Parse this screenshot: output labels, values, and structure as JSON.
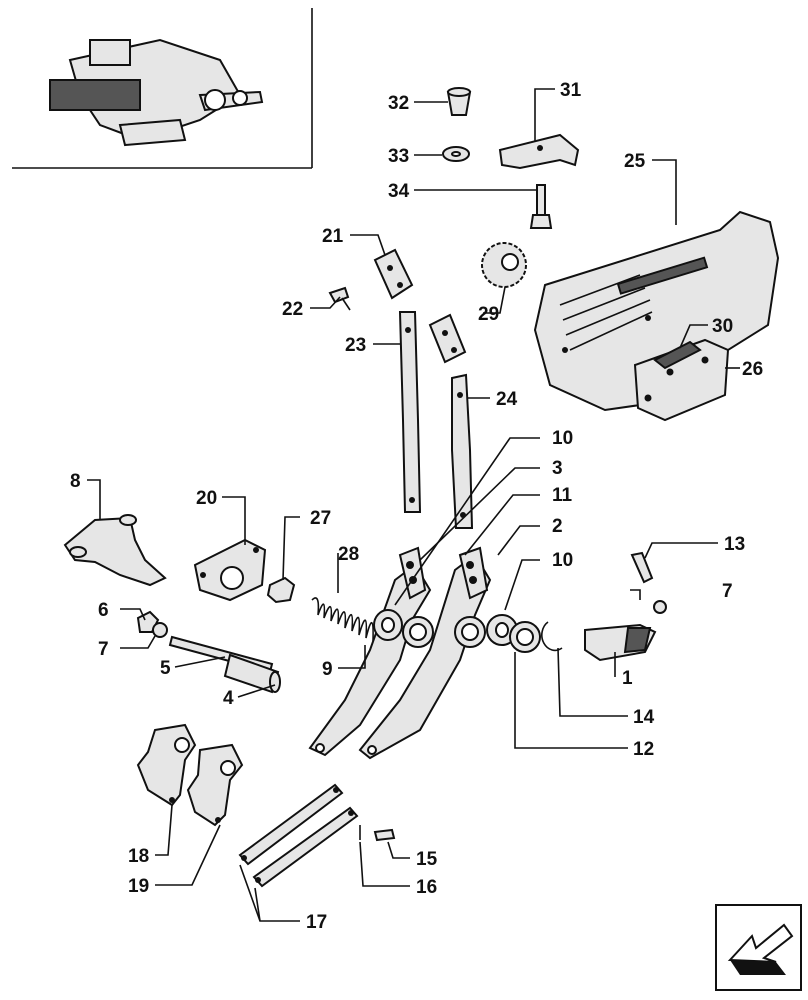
{
  "callouts": [
    {
      "id": "c1",
      "text": "1"
    },
    {
      "id": "c2",
      "text": "2"
    },
    {
      "id": "c3",
      "text": "3"
    },
    {
      "id": "c4",
      "text": "4"
    },
    {
      "id": "c5",
      "text": "5"
    },
    {
      "id": "c6",
      "text": "6"
    },
    {
      "id": "c7a",
      "text": "7"
    },
    {
      "id": "c7b",
      "text": "7"
    },
    {
      "id": "c8",
      "text": "8"
    },
    {
      "id": "c9",
      "text": "9"
    },
    {
      "id": "c10a",
      "text": "10"
    },
    {
      "id": "c10b",
      "text": "10"
    },
    {
      "id": "c11",
      "text": "11"
    },
    {
      "id": "c12",
      "text": "12"
    },
    {
      "id": "c13",
      "text": "13"
    },
    {
      "id": "c14",
      "text": "14"
    },
    {
      "id": "c15",
      "text": "15"
    },
    {
      "id": "c16",
      "text": "16"
    },
    {
      "id": "c17",
      "text": "17"
    },
    {
      "id": "c18",
      "text": "18"
    },
    {
      "id": "c19",
      "text": "19"
    },
    {
      "id": "c20",
      "text": "20"
    },
    {
      "id": "c21",
      "text": "21"
    },
    {
      "id": "c22",
      "text": "22"
    },
    {
      "id": "c23",
      "text": "23"
    },
    {
      "id": "c24",
      "text": "24"
    },
    {
      "id": "c25",
      "text": "25"
    },
    {
      "id": "c26",
      "text": "26"
    },
    {
      "id": "c27",
      "text": "27"
    },
    {
      "id": "c28",
      "text": "28"
    },
    {
      "id": "c29",
      "text": "29"
    },
    {
      "id": "c30",
      "text": "30"
    },
    {
      "id": "c31",
      "text": "31"
    },
    {
      "id": "c32",
      "text": "32"
    },
    {
      "id": "c33",
      "text": "33"
    },
    {
      "id": "c34",
      "text": "34"
    }
  ],
  "colors": {
    "ink": "#111111",
    "part_fill": "#e6e6e6",
    "paper": "#ffffff"
  },
  "icons": {
    "nav": "prev-page-arrow-icon",
    "inset": "assembly-thumbnail-icon"
  }
}
